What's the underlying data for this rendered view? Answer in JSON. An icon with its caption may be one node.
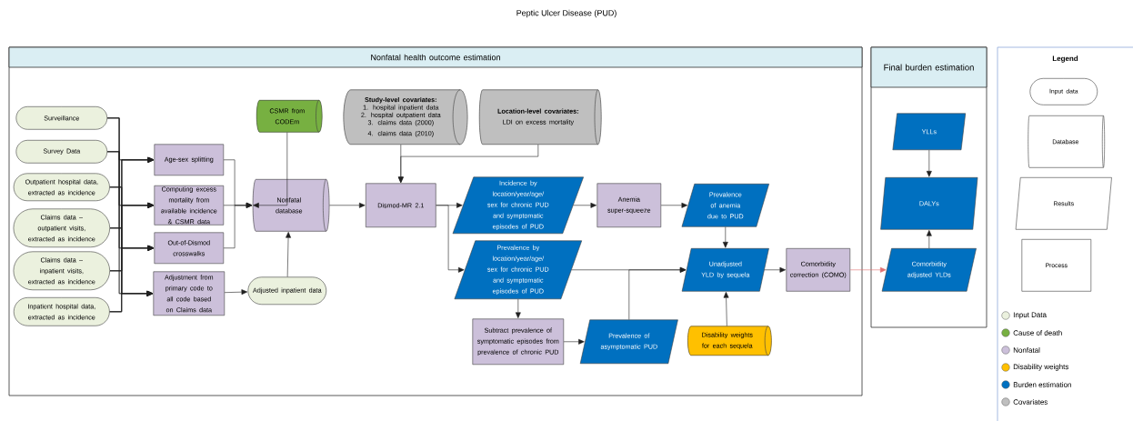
{
  "diagram": {
    "title": "Peptic Ulcer Disease (PUD)",
    "nodes": [
      {
        "text": [
          "Nonfatal health outcome estimation"
        ]
      },
      {
        "text": [
          "Final burden estimation"
        ]
      },
      {
        "text": [
          "Legend"
        ]
      },
      {
        "text": [
          "Surveillance"
        ],
        "in": 0
      },
      {
        "text": [
          "Survey Data"
        ],
        "in": 0
      },
      {
        "text": [
          "Outpatient hospital data, extracted as incidence"
        ],
        "in": 0
      },
      {
        "text": [
          "Claims data – outpatient visits, extracted as incidence"
        ],
        "in": 0
      },
      {
        "text": [
          "Claims data – inpatient visits, extracted as incidence"
        ],
        "in": 0
      },
      {
        "text": [
          "Inpatient hospital data, extracted as incidence"
        ],
        "in": 0
      },
      {
        "text": [
          "Age-sex splitting"
        ],
        "in": 0
      },
      {
        "text": [
          "Computing excess mortality from available incidence & CSMR data"
        ],
        "in": 0
      },
      {
        "text": [
          "Out-of-Dismod crosswalks"
        ],
        "in": 0
      },
      {
        "text": [
          "Adjustment from primary code to all code based on Claims data"
        ],
        "in": 0
      },
      {
        "text": [
          "CSMR from CODEm"
        ],
        "in": 0
      },
      {
        "text": [
          "Nonfatal database"
        ],
        "in": 0
      },
      {
        "text": [
          "Adjusted inpatient data"
        ],
        "in": 0
      },
      {
        "text": [
          "Study-level covariates:",
          "1. hospital inpatient data",
          "2. hospital outpatient data",
          "3. claims data (2000)",
          "4. claims data (2010)"
        ],
        "in": 0
      },
      {
        "text": [
          "Location-level covariates:",
          "LDI on excess mortality"
        ],
        "in": 0
      },
      {
        "text": [
          "Dismod-MR 2.1"
        ],
        "in": 0
      },
      {
        "text": [
          "Incidence by location/year/age/ sex for chronic PUD and symptomatic episodes of PUD"
        ],
        "in": 0
      },
      {
        "text": [
          "Prevalence by location/year/age/ sex for chronic PUD and symptomatic episodes of PUD"
        ],
        "in": 0
      },
      {
        "text": [
          "Anemia super-squeeze"
        ],
        "in": 0
      },
      {
        "text": [
          "Prevalence of anemia due to PUD"
        ],
        "in": 0
      },
      {
        "text": [
          "Unadjusted YLD by sequela"
        ],
        "in": 0
      },
      {
        "text": [
          "Comorbidity correction (COMO)"
        ],
        "in": 0
      },
      {
        "text": [
          "Subtract prevalence of symptomatic episodes from prevalence of chronic PUD"
        ],
        "in": 0
      },
      {
        "text": [
          "Prevalence of asymptomatic PUD"
        ],
        "in": 0
      },
      {
        "text": [
          "Disability weights for each sequela"
        ],
        "in": 0
      },
      {
        "text": [
          "YLLs"
        ],
        "in": 1
      },
      {
        "text": [
          "DALYs"
        ],
        "in": 1
      },
      {
        "text": [
          "Comorbidity adjusted YLDs"
        ],
        "in": 1
      },
      {
        "text": [
          "Input data"
        ],
        "in": 2
      },
      {
        "text": [
          "Database"
        ],
        "in": 2
      },
      {
        "text": [
          "Results"
        ],
        "in": 2
      },
      {
        "text": [
          "Process"
        ],
        "in": 2
      }
    ],
    "edges": [
      {
        "from": 3,
        "to": 9,
        "arrow": "to"
      },
      {
        "from": 3,
        "to": 10,
        "arrow": "to"
      },
      {
        "from": 3,
        "to": 11,
        "arrow": "to"
      },
      {
        "from": 3,
        "to": 12,
        "arrow": "to"
      },
      {
        "from": 4,
        "to": 9,
        "arrow": "to"
      },
      {
        "from": 4,
        "to": 10,
        "arrow": "to"
      },
      {
        "from": 4,
        "to": 11,
        "arrow": "to"
      },
      {
        "from": 4,
        "to": 12,
        "arrow": "to"
      },
      {
        "from": 5,
        "to": 9,
        "arrow": "to"
      },
      {
        "from": 5,
        "to": 10,
        "arrow": "to"
      },
      {
        "from": 5,
        "to": 11,
        "arrow": "to"
      },
      {
        "from": 5,
        "to": 12,
        "arrow": "to"
      },
      {
        "from": 6,
        "to": 9,
        "arrow": "to"
      },
      {
        "from": 6,
        "to": 10,
        "arrow": "to"
      },
      {
        "from": 6,
        "to": 11,
        "arrow": "to"
      },
      {
        "from": 6,
        "to": 12,
        "arrow": "to"
      },
      {
        "from": 7,
        "to": 9,
        "arrow": "to"
      },
      {
        "from": 7,
        "to": 10,
        "arrow": "to"
      },
      {
        "from": 7,
        "to": 11,
        "arrow": "to"
      },
      {
        "from": 7,
        "to": 12,
        "arrow": "to"
      },
      {
        "from": 8,
        "to": 9,
        "arrow": "to"
      },
      {
        "from": 8,
        "to": 10,
        "arrow": "to"
      },
      {
        "from": 8,
        "to": 11,
        "arrow": "to"
      },
      {
        "from": 8,
        "to": 12,
        "arrow": "to"
      },
      {
        "from": 9,
        "to": 14,
        "arrow": "to"
      },
      {
        "from": 10,
        "to": 14,
        "arrow": "to"
      },
      {
        "from": 11,
        "to": 14,
        "arrow": "to"
      },
      {
        "from": 12,
        "to": 15,
        "arrow": "to"
      },
      {
        "from": 15,
        "to": 14,
        "arrow": "to"
      },
      {
        "from": 13,
        "to": 14,
        "arrow": "to"
      },
      {
        "from": 14,
        "to": 18,
        "arrow": "to"
      },
      {
        "from": 16,
        "to": 18,
        "arrow": "to"
      },
      {
        "from": 17,
        "to": 18,
        "arrow": "to"
      },
      {
        "from": 18,
        "to": 19,
        "arrow": "to"
      },
      {
        "from": 18,
        "to": 20,
        "arrow": "to"
      },
      {
        "from": 19,
        "to": 21,
        "arrow": "to"
      },
      {
        "from": 21,
        "to": 22,
        "arrow": "to"
      },
      {
        "from": 22,
        "to": 23,
        "arrow": "to"
      },
      {
        "from": 20,
        "to": 23,
        "arrow": "to"
      },
      {
        "from": 20,
        "to": 25,
        "arrow": "to"
      },
      {
        "from": 25,
        "to": 26,
        "arrow": "to"
      },
      {
        "from": 26,
        "to": 23,
        "arrow": "to"
      },
      {
        "from": 27,
        "to": 23,
        "arrow": "to"
      },
      {
        "from": 23,
        "to": 24,
        "arrow": "to"
      },
      {
        "from": 24,
        "to": 30,
        "arrow": "to",
        "color": "#e07070"
      },
      {
        "from": 28,
        "to": 29,
        "arrow": "to"
      },
      {
        "from": 30,
        "to": 29,
        "arrow": "to"
      }
    ],
    "legend": [
      {
        "text": "Input Data",
        "color": "#ebf1de"
      },
      {
        "text": "Cause of death",
        "color": "#77b041"
      },
      {
        "text": "Nonfatal",
        "color": "#ccc0da"
      },
      {
        "text": "Disability weights",
        "color": "#ffc000"
      },
      {
        "text": "Burden estimation",
        "color": "#0070c0"
      },
      {
        "text": "Covariates",
        "color": "#bfbfbf"
      }
    ]
  }
}
